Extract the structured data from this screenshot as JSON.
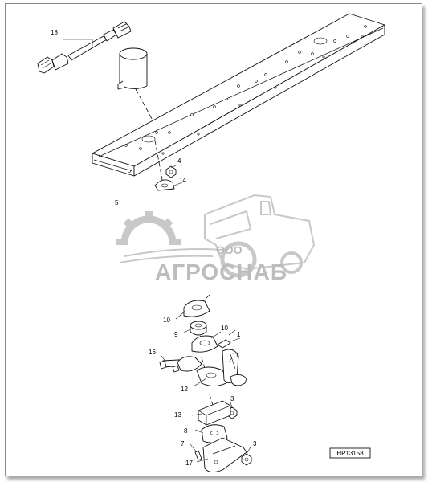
{
  "callouts": {
    "c18": "18",
    "c4": "4",
    "c14": "14",
    "c5": "5",
    "c10a": "10",
    "c9": "9",
    "c10b": "10",
    "c1": "1",
    "c16": "16",
    "c11": "11",
    "c12": "12",
    "c3a": "3",
    "c13": "13",
    "c8": "8",
    "c7": "7",
    "c3b": "3",
    "c17": "17"
  },
  "reference": "HP13158",
  "watermark": {
    "line1": "ООО",
    "line2": "АГРОСНАБ"
  }
}
